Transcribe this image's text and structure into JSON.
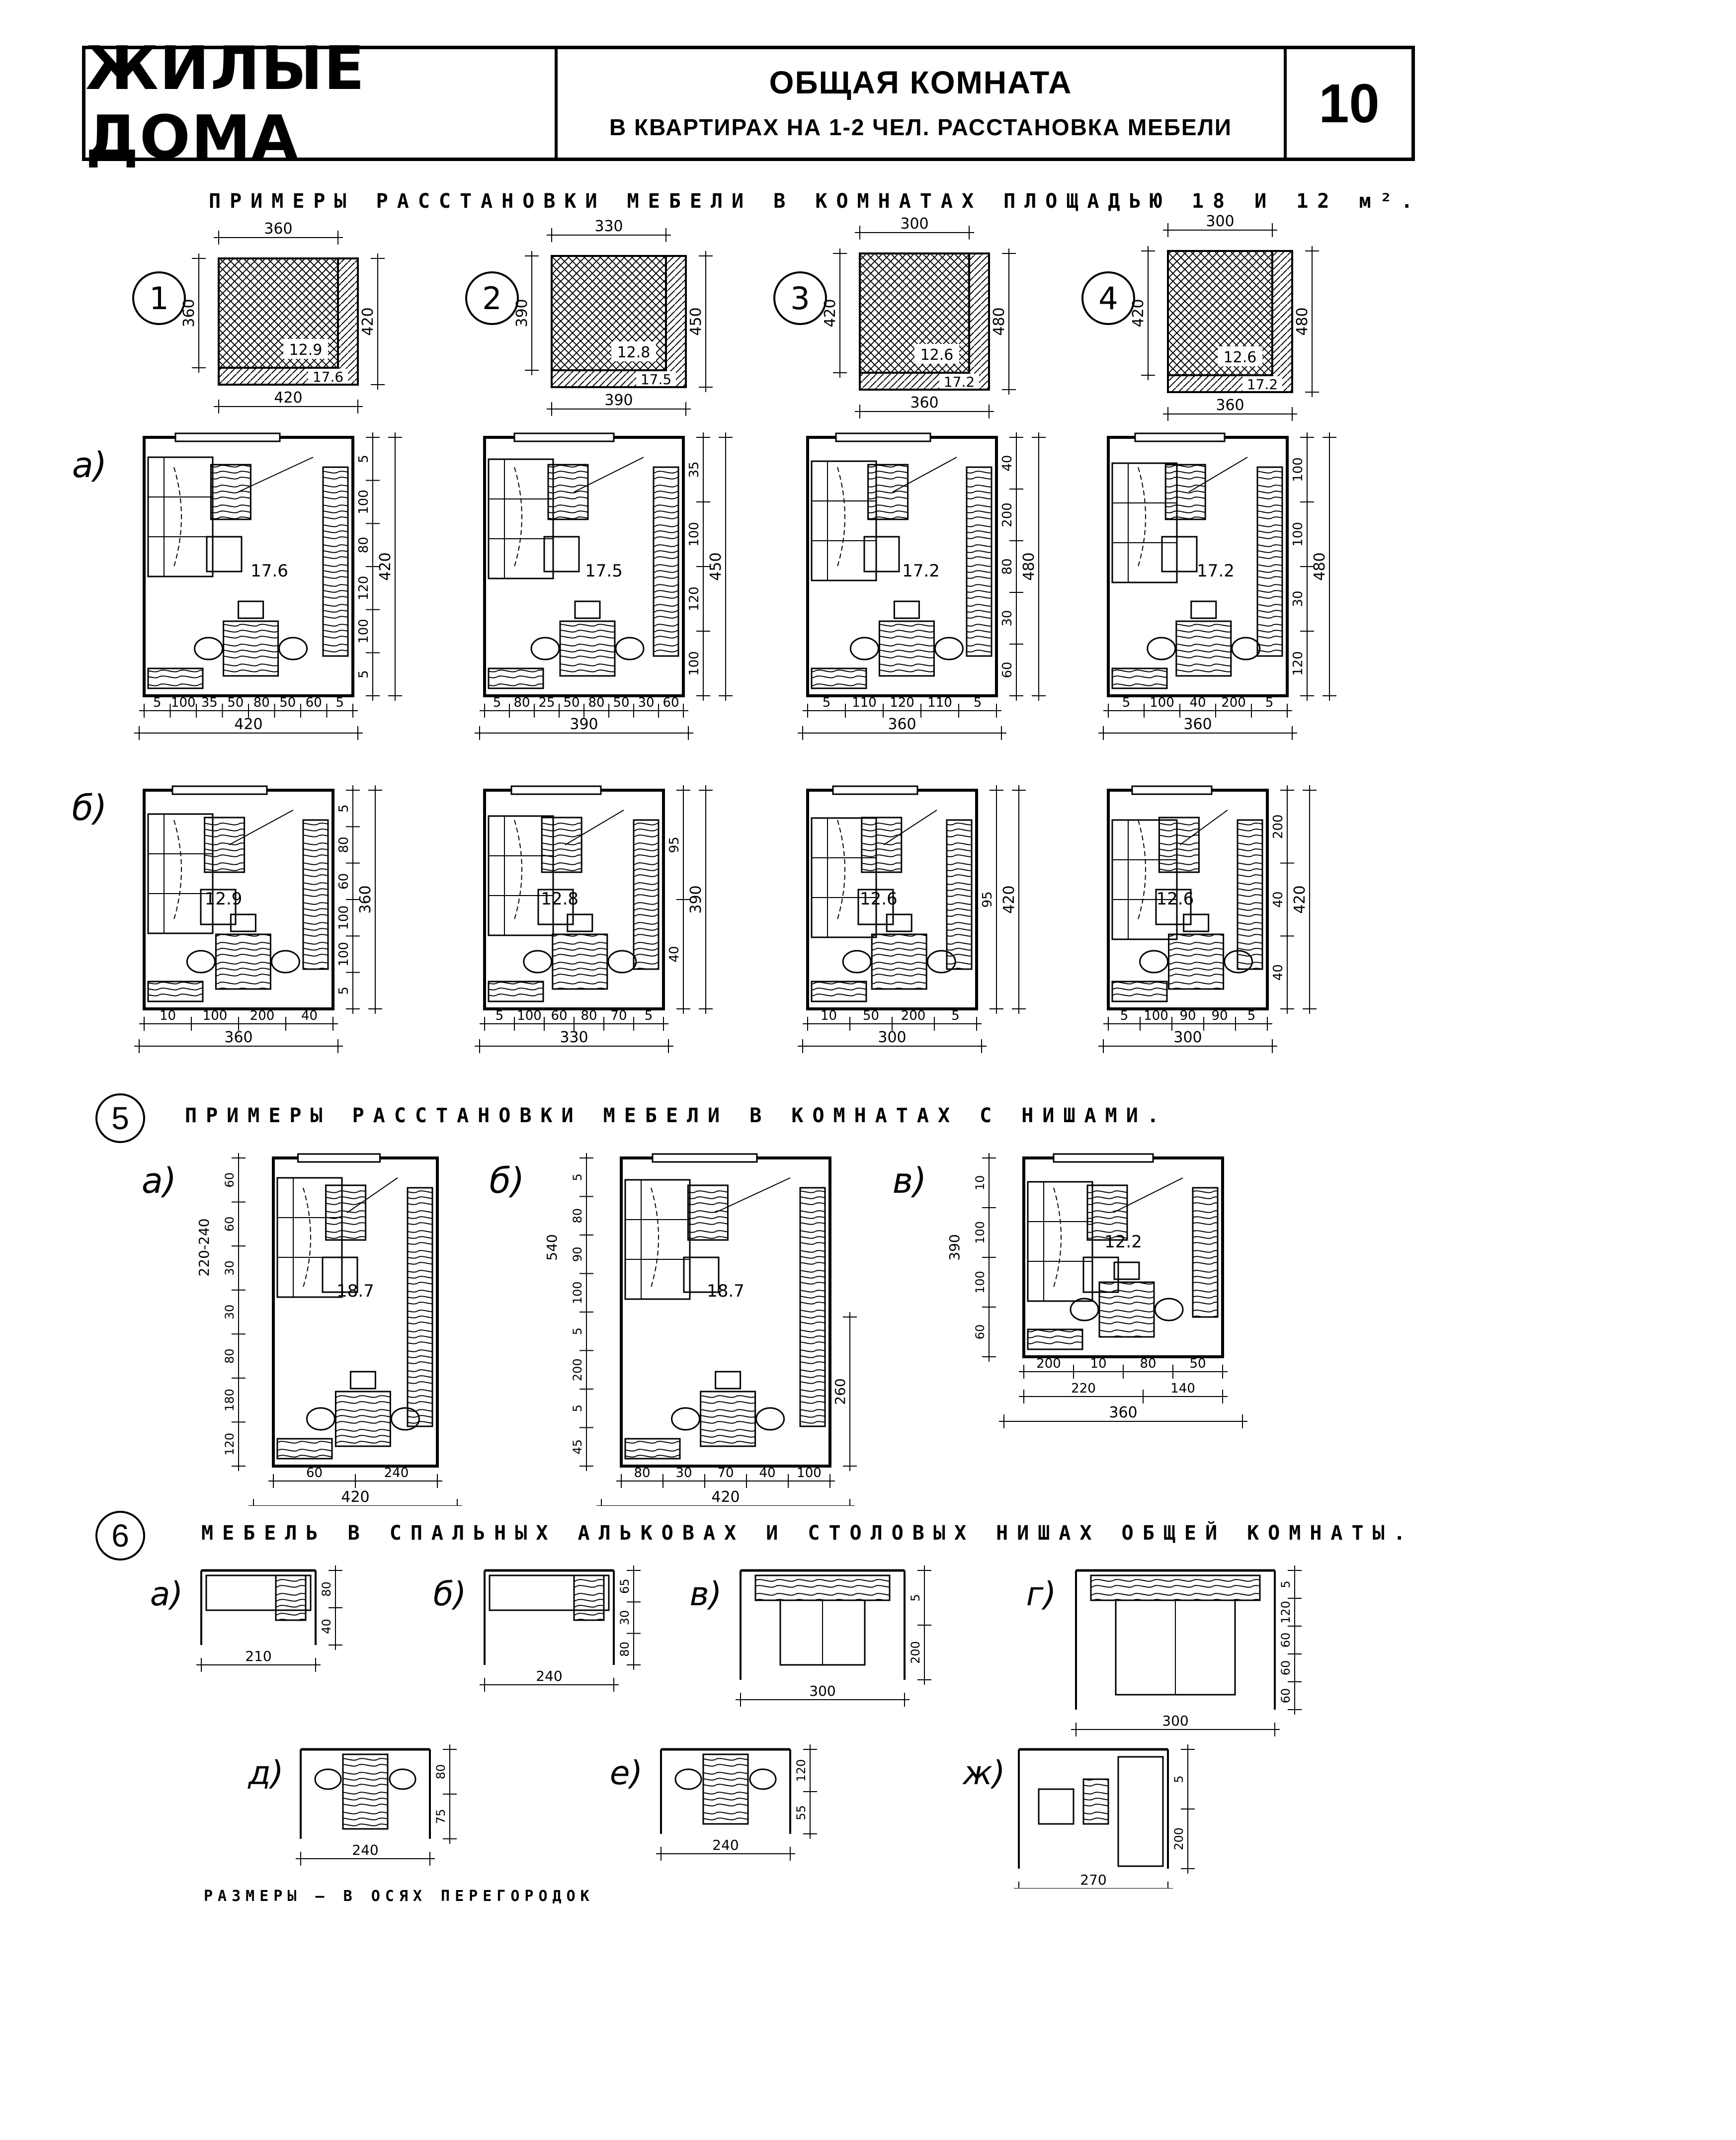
{
  "header": {
    "series": "ЖИЛЫЕ ДОМА",
    "title": "ОБЩАЯ КОМНАТА",
    "subtitle": "В КВАРТИРАХ НА 1-2 ЧЕЛ.   РАССТАНОВКА МЕБЕЛИ",
    "sheet_number": "10"
  },
  "section_1_4": {
    "title": "ПРИМЕРЫ РАССТАНОВКИ МЕБЕЛИ В КОМНАТАХ ПЛОЩАДЬЮ 18 И 12 м².",
    "schemes": [
      {
        "number": "1",
        "top_dim": "360",
        "left_dim": "360",
        "right_dim": "420",
        "bottom_dim": "420",
        "inner_a": "12.9",
        "inner_b": "17.6"
      },
      {
        "number": "2",
        "top_dim": "330",
        "left_dim": "390",
        "right_dim": "450",
        "bottom_dim": "390",
        "inner_a": "12.8",
        "inner_b": "17.5"
      },
      {
        "number": "3",
        "top_dim": "300",
        "left_dim": "420",
        "right_dim": "480",
        "bottom_dim": "360",
        "inner_a": "12.6",
        "inner_b": "17.2"
      },
      {
        "number": "4",
        "top_dim": "300",
        "left_dim": "420",
        "right_dim": "480",
        "bottom_dim": "360",
        "inner_a": "12.6",
        "inner_b": "17.2"
      }
    ],
    "row_a": {
      "letter": "а)",
      "plans": [
        {
          "area": "17.6",
          "bottom_dims": [
            "5",
            "100",
            "35",
            "50",
            "80",
            "50",
            "60",
            "5"
          ],
          "total": "420",
          "right_dims": [
            "5",
            "100",
            "80",
            "120",
            "100",
            "5"
          ],
          "right_total": "420"
        },
        {
          "area": "17.5",
          "bottom_dims": [
            "5",
            "80",
            "25",
            "50",
            "80",
            "50",
            "30",
            "60"
          ],
          "total": "390",
          "right_dims": [
            "35",
            "100",
            "120",
            "100"
          ],
          "right_total": "450"
        },
        {
          "area": "17.2",
          "bottom_dims": [
            "5",
            "110",
            "120",
            "110",
            "5"
          ],
          "total": "360",
          "right_dims": [
            "40",
            "200",
            "80",
            "30",
            "60"
          ],
          "right_total": "480"
        },
        {
          "area": "17.2",
          "bottom_dims": [
            "5",
            "100",
            "40",
            "200",
            "5"
          ],
          "total": "360",
          "right_dims": [
            "100",
            "100",
            "30",
            "120"
          ],
          "right_total": "480"
        }
      ]
    },
    "row_b": {
      "letter": "б)",
      "plans": [
        {
          "area": "12.9",
          "bottom_dims": [
            "10",
            "100",
            "200",
            "40"
          ],
          "total": "360",
          "right_dims": [
            "5",
            "80",
            "60",
            "100",
            "100",
            "5"
          ],
          "right_total": "360"
        },
        {
          "area": "12.8",
          "bottom_dims": [
            "5",
            "100",
            "60",
            "80",
            "70",
            "5"
          ],
          "total": "330",
          "right_dims": [
            "95",
            "40"
          ],
          "right_total": "390"
        },
        {
          "area": "12.6",
          "bottom_dims": [
            "10",
            "50",
            "200",
            "5"
          ],
          "total": "300",
          "right_dims": [
            "95"
          ],
          "right_total": "420"
        },
        {
          "area": "12.6",
          "bottom_dims": [
            "5",
            "100",
            "90",
            "90",
            "5"
          ],
          "total": "300",
          "right_dims": [
            "200",
            "40",
            "40"
          ],
          "right_total": "420"
        }
      ]
    }
  },
  "section_5": {
    "number": "5",
    "title": "ПРИМЕРЫ РАССТАНОВКИ МЕБЕЛИ В КОМНАТАХ С НИШАМИ.",
    "plans": [
      {
        "letter": "а)",
        "area": "18.7",
        "left_dims": [
          "60",
          "60",
          "30",
          "30",
          "80",
          "180",
          "120"
        ],
        "left_label": "220-240",
        "bottom_dims": [
          "60",
          "240"
        ],
        "total": "420"
      },
      {
        "letter": "б)",
        "area": "18.7",
        "left_dims": [
          "5",
          "80",
          "90",
          "100",
          "5",
          "200",
          "5",
          "45"
        ],
        "left_label": "540",
        "bottom_dims": [
          "80",
          "30",
          "70",
          "40",
          "100"
        ],
        "total": "420",
        "right_label": "260"
      },
      {
        "letter": "в)",
        "area": "12.2",
        "left_dims": [
          "10",
          "100",
          "100",
          "60"
        ],
        "left_label": "390",
        "bottom_dims": [
          "200",
          "10",
          "80",
          "50"
        ],
        "mid_dims": [
          "220",
          "140"
        ],
        "total": "360"
      }
    ]
  },
  "section_6": {
    "number": "6",
    "title": "МЕБЕЛЬ В СПАЛЬНЫХ АЛЬКОВАХ И СТОЛОВЫХ НИШАХ ОБЩЕЙ КОМНАТЫ.",
    "items": [
      {
        "letter": "а)",
        "width": "210",
        "dims": [
          "80",
          "40"
        ]
      },
      {
        "letter": "б)",
        "width": "240",
        "dims": [
          "65",
          "30",
          "80"
        ]
      },
      {
        "letter": "в)",
        "width": "300",
        "dims": [
          "5",
          "200"
        ]
      },
      {
        "letter": "г)",
        "width": "300",
        "dims": [
          "5",
          "120",
          "60",
          "60",
          "60"
        ]
      },
      {
        "letter": "д)",
        "width": "240",
        "dims": [
          "80",
          "75"
        ]
      },
      {
        "letter": "е)",
        "width": "240",
        "dims": [
          "120",
          "55"
        ]
      },
      {
        "letter": "ж)",
        "width": "270",
        "dims": [
          "5",
          "200"
        ]
      }
    ]
  },
  "footnote": "РАЗМЕРЫ — В ОСЯХ ПЕРЕГОРОДОК"
}
